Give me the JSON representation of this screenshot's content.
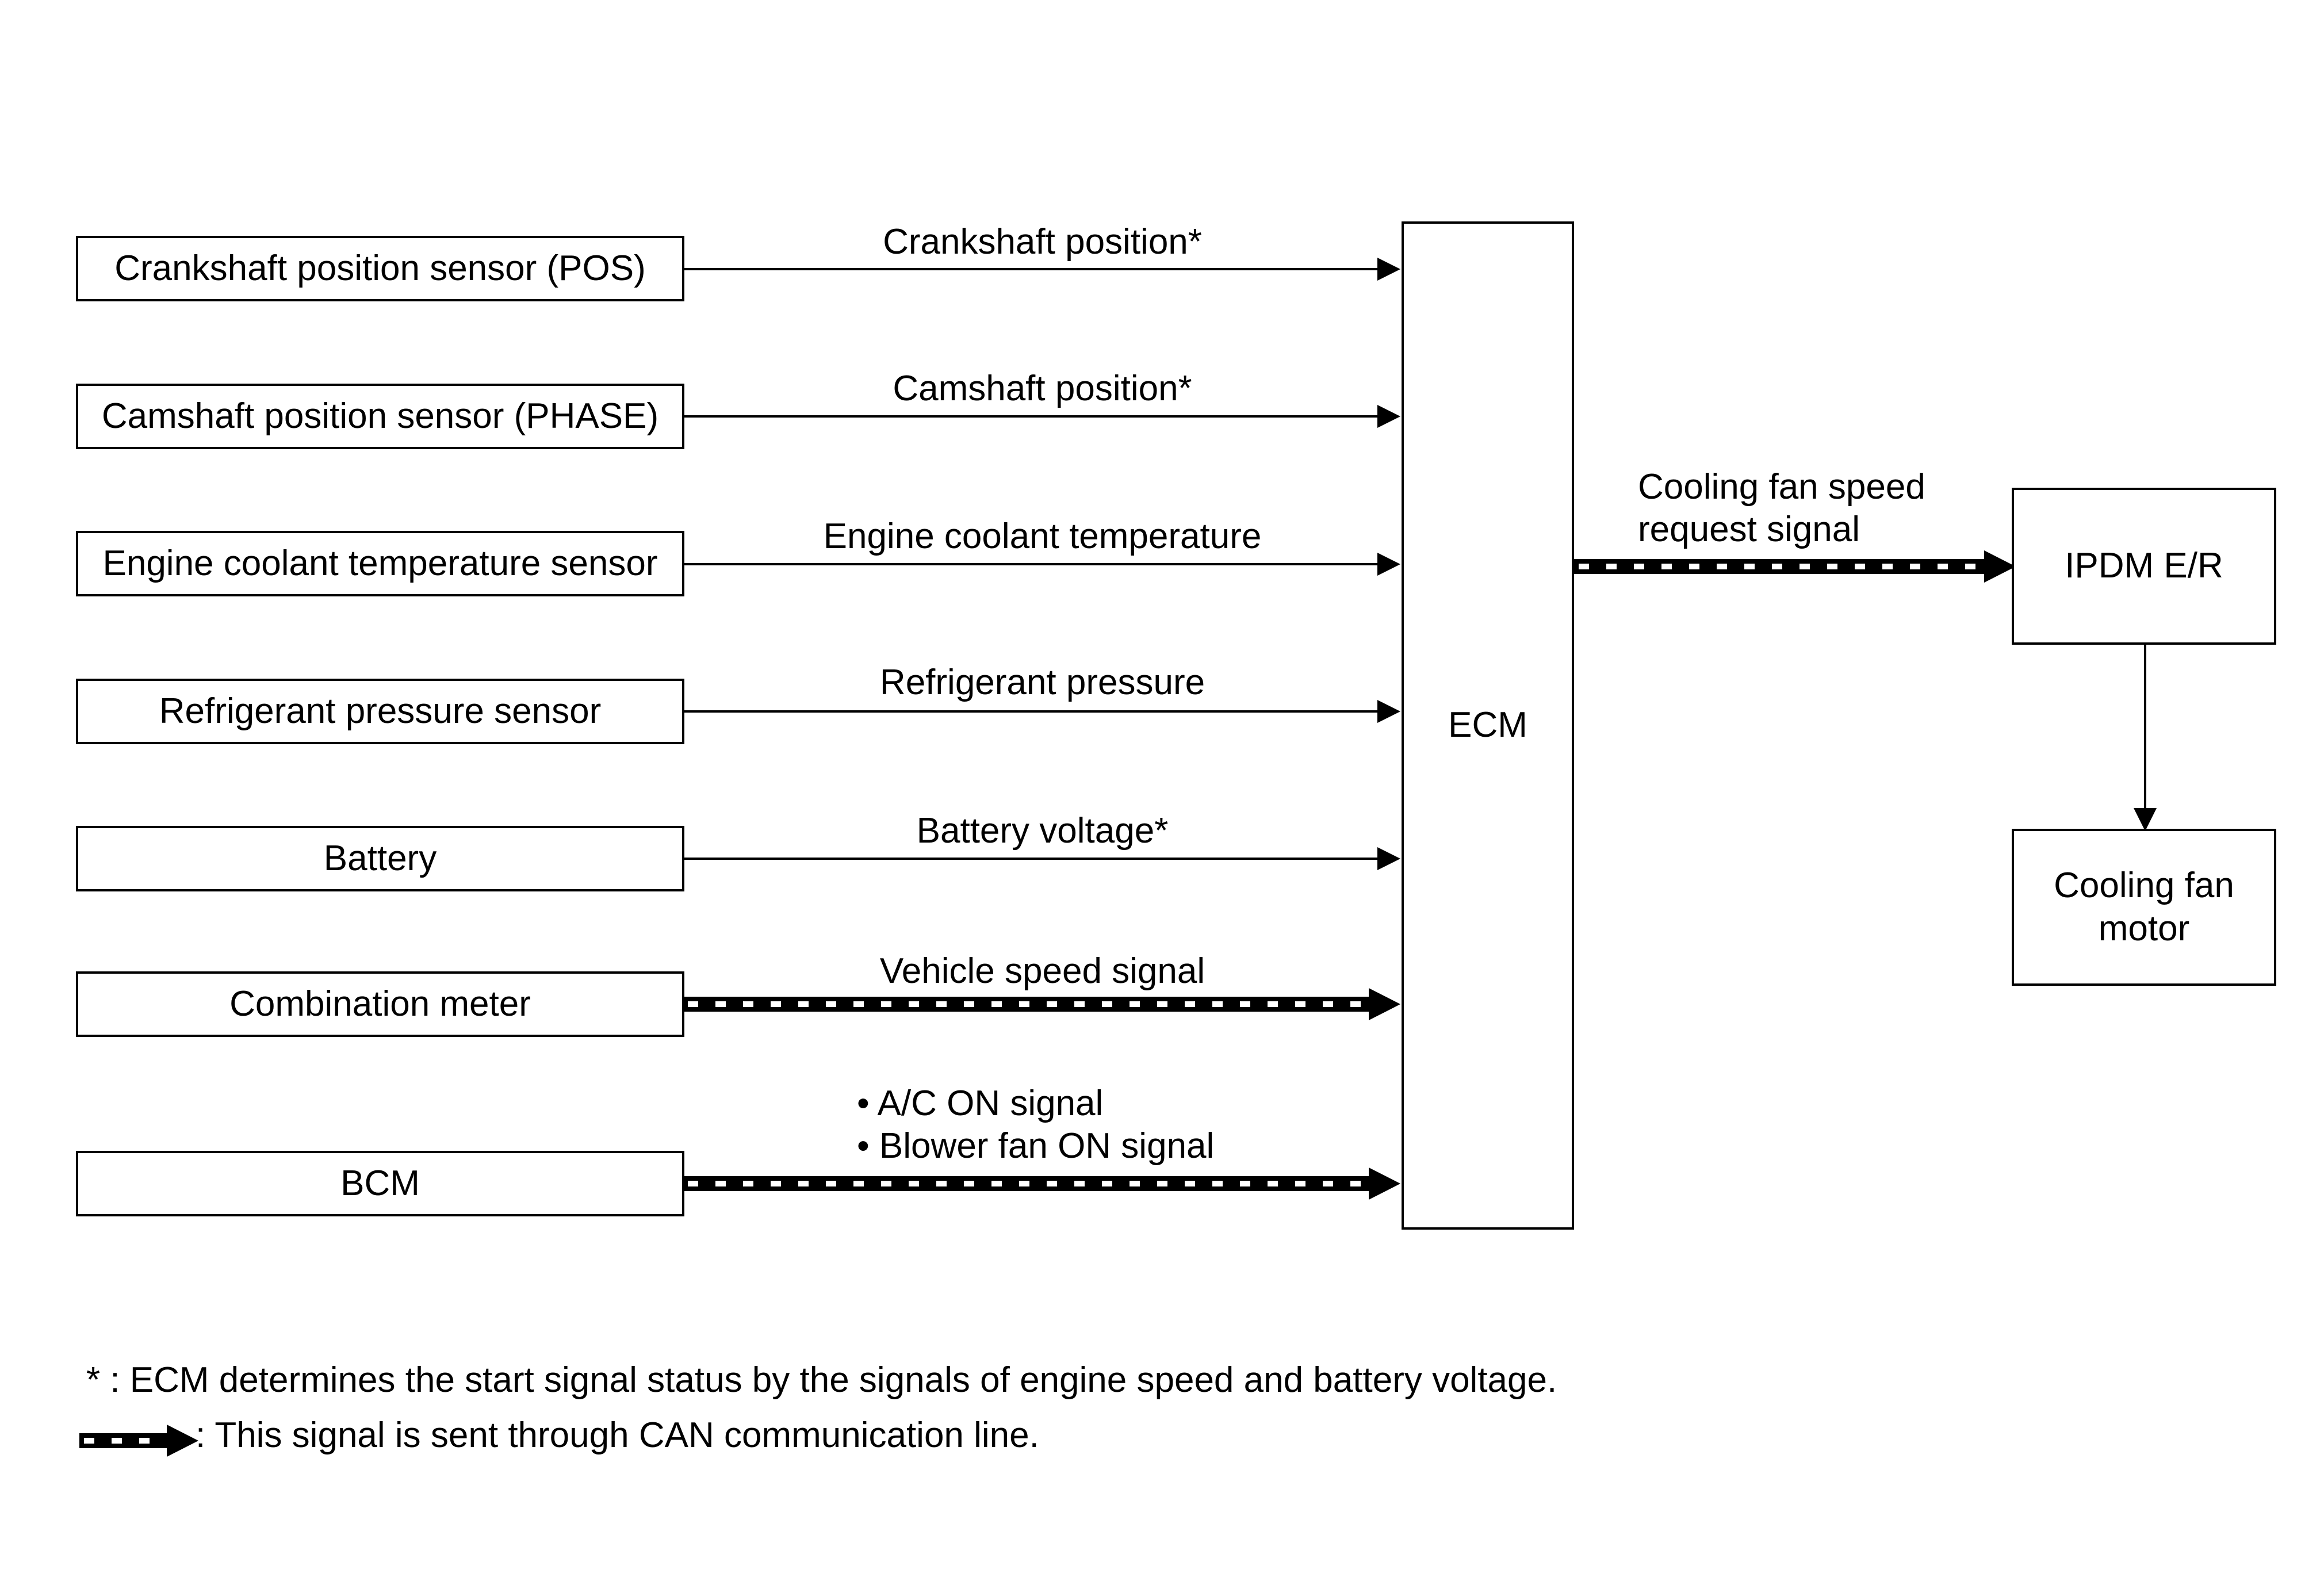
{
  "inputs": [
    {
      "source": "Crankshaft position sensor (POS)",
      "signal": "Crankshaft position*",
      "line": "hardwire"
    },
    {
      "source": "Camshaft position sensor (PHASE)",
      "signal": "Camshaft position*",
      "line": "hardwire"
    },
    {
      "source": "Engine coolant temperature sensor",
      "signal": "Engine coolant temperature",
      "line": "hardwire"
    },
    {
      "source": "Refrigerant pressure sensor",
      "signal": "Refrigerant pressure",
      "line": "hardwire"
    },
    {
      "source": "Battery",
      "signal": "Battery voltage*",
      "line": "hardwire"
    },
    {
      "source": "Combination meter",
      "signal": "Vehicle speed signal",
      "line": "CAN"
    },
    {
      "source": "BCM",
      "signal_lines": [
        "• A/C ON signal",
        "• Blower fan ON signal"
      ],
      "line": "CAN"
    }
  ],
  "ecm": {
    "label": "ECM"
  },
  "output": {
    "signal_lines": [
      "Cooling fan speed",
      "request signal"
    ],
    "line": "CAN",
    "target": "IPDM E/R"
  },
  "motor": {
    "label_lines": [
      "Cooling fan",
      "motor"
    ]
  },
  "notes": {
    "asterisk": "* : ECM determines the start signal status by the signals of engine speed and battery voltage.",
    "can": ": This signal is sent through CAN communication line."
  },
  "colors": {
    "line": "#000000",
    "background": "#ffffff"
  }
}
